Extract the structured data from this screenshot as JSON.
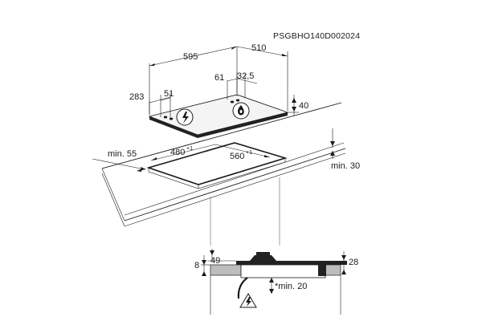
{
  "diagram": {
    "reference_code": "PSGBHO140D002024",
    "hob": {
      "width": "595",
      "depth": "510",
      "left_offset": "283",
      "left_knob_offset": "51",
      "right_offset": "61",
      "right_knob_offset": "32,5",
      "height": "40"
    },
    "cutout": {
      "width": "560",
      "width_tolerance": "+1",
      "depth": "480",
      "depth_tolerance": "+1",
      "min_front": "min. 55",
      "min_rear": "min. 30"
    },
    "section": {
      "left_total": "8",
      "left_top": "49",
      "right": "28",
      "min_below": "*min. 20"
    }
  }
}
